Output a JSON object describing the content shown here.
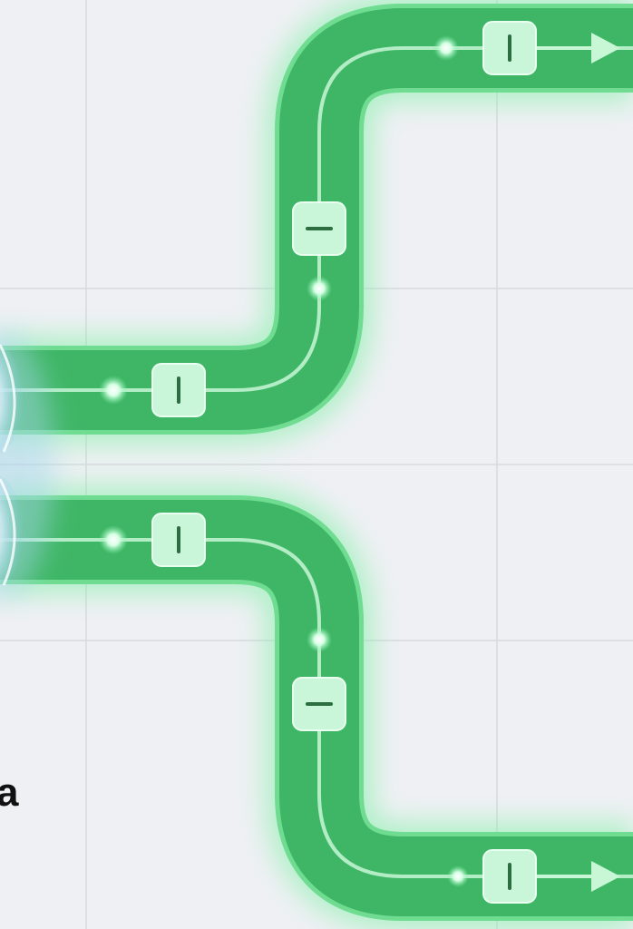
{
  "diagram": {
    "colors": {
      "background": "#eef0f3",
      "grid": "#d6d9de",
      "pipe": "#3fb666",
      "pipe_edge": "#5fcf84",
      "glow": "#7ff0a6",
      "node_fill": "#c9f5d8",
      "node_mark": "#2c6e42",
      "source_glow": "#a9d8ec"
    },
    "source_node": {
      "icon": "glowing-hub-icon"
    },
    "fragment_label": "a",
    "branches": [
      {
        "name": "upper-branch",
        "direction": "up-right",
        "arrow": "arrow-right-icon",
        "nodes": [
          {
            "icon": "vertical-bar-icon",
            "segment": "horizontal-start"
          },
          {
            "icon": "horizontal-bar-icon",
            "segment": "vertical"
          },
          {
            "icon": "vertical-bar-icon",
            "segment": "horizontal-end"
          }
        ]
      },
      {
        "name": "lower-branch",
        "direction": "down-right",
        "arrow": "arrow-right-icon",
        "nodes": [
          {
            "icon": "vertical-bar-icon",
            "segment": "horizontal-start"
          },
          {
            "icon": "horizontal-bar-icon",
            "segment": "vertical"
          },
          {
            "icon": "vertical-bar-icon",
            "segment": "horizontal-end"
          }
        ]
      }
    ]
  }
}
